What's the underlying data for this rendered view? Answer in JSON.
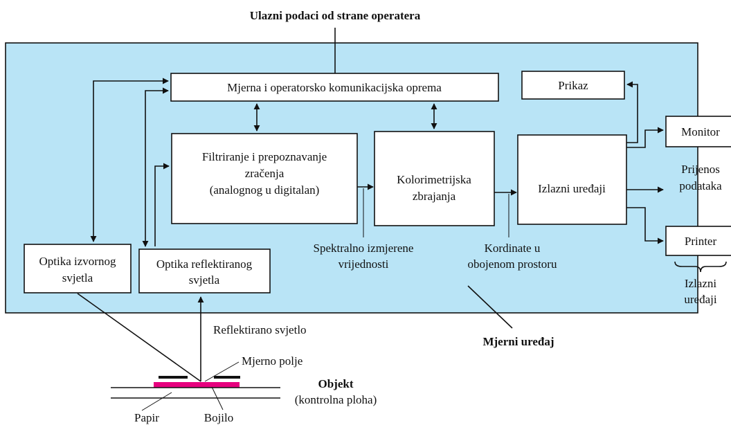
{
  "colors": {
    "device_background": "#b9e4f6",
    "sample_ink": "#e6007e",
    "line": "#111111"
  },
  "diagram": {
    "input_label": "Ulazni podaci od strane operatera",
    "device_label": "Mjerni uređaj",
    "boxes": {
      "comm": "Mjerna i operatorsko komunikacijska oprema",
      "display": "Prikaz",
      "filter_lines": [
        "Filtriranje i prepoznavanje",
        "zračenja",
        "(analognog u digitalan)"
      ],
      "color_lines": [
        "Kolorimetrijska",
        "zbrajanja"
      ],
      "output": "Izlazni uređaji",
      "src_optics_lines": [
        "Optika izvornog",
        "svjetla"
      ],
      "refl_optics_lines": [
        "Optika reflektiranog",
        "svjetla"
      ],
      "monitor": "Monitor",
      "printer": "Printer"
    },
    "annotations": {
      "spectral_lines": [
        "Spektralno izmjerene",
        "vrijednosti"
      ],
      "coords_lines": [
        "Kordinate u",
        "obojenom prostoru"
      ],
      "transfer_lines": [
        "Prijenos",
        "podataka"
      ],
      "outputs_lines": [
        "Izlazni",
        "uređaji"
      ],
      "reflected": "Reflektirano svjetlo",
      "field": "Mjerno polje",
      "object": "Objekt",
      "object_sub": "(kontrolna ploha)",
      "paper": "Papir",
      "ink": "Bojilo"
    }
  }
}
